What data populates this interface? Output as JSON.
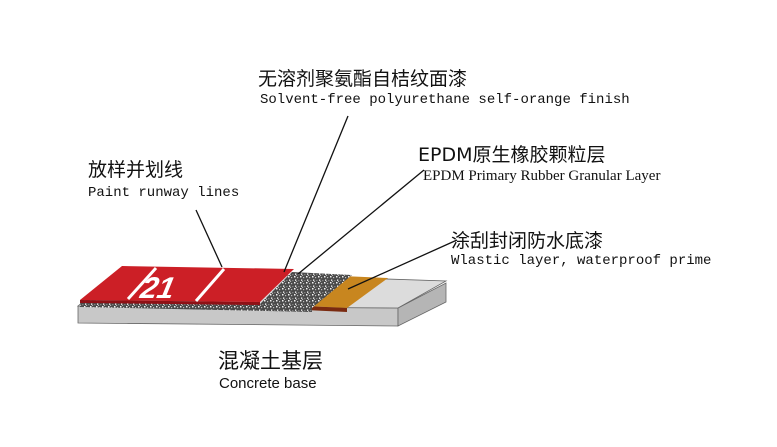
{
  "diagram": {
    "colors": {
      "red": "#cc1f26",
      "concrete": "#d9d9d9",
      "primer": "#c8861f",
      "line": "#111111"
    },
    "lane_number": "21",
    "labels": {
      "finish_cn": "无溶剂聚氨酯自桔纹面漆",
      "finish_en": "Solvent-free polyurethane self-orange finish",
      "lines_cn": "放样并划线",
      "lines_en": "Paint runway lines",
      "epdm_cn": "EPDM原生橡胶颗粒层",
      "epdm_en": "EPDM Primary Rubber Granular Layer",
      "primer_cn": "涂刮封闭防水底漆",
      "primer_en": "Wlastic layer, waterproof prime",
      "base_cn": "混凝土基层",
      "base_en": "Concrete base"
    }
  }
}
